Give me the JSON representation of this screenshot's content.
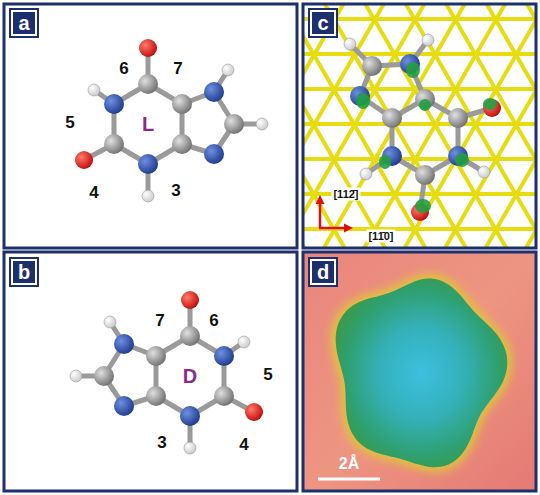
{
  "diagram": {
    "nodes": [
      {
        "text": [
          "a"
        ]
      },
      {
        "text": [
          "c"
        ]
      },
      {
        "text": [
          "b"
        ]
      },
      {
        "text": [
          "d"
        ]
      }
    ],
    "labels": [
      "6",
      "7",
      "5",
      "L",
      "4",
      "3",
      "7",
      "6",
      "5",
      "D",
      "3",
      "4",
      "[112̄]",
      "[11̄0]",
      "2Å"
    ]
  }
}
